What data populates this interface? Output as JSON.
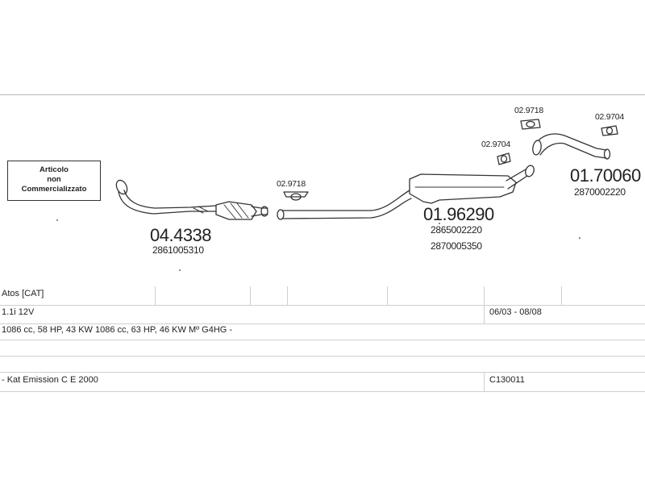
{
  "note": {
    "line1": "Articolo",
    "line2": "non",
    "line3": "Commercializzato"
  },
  "parts": {
    "front_pipe": {
      "number": "04.4338",
      "oem": "2861005310"
    },
    "gasket_mid": {
      "number": "02.9718"
    },
    "middle_silencer": {
      "number": "01.96290",
      "oem1": "2865002220",
      "oem2": "2870005350"
    },
    "gasket_rear_a": {
      "number": "02.9704"
    },
    "gasket_rear_b": {
      "number": "02.9718"
    },
    "gasket_tail": {
      "number": "02.9704"
    },
    "rear_pipe": {
      "number": "01.70060",
      "oem": "2870002220"
    }
  },
  "table": {
    "model": "Atos  [CAT]",
    "engine": "1.1i 12V",
    "dates": "06/03 - 08/08",
    "specs": "1086 cc, 58 HP, 43 KW  1086 cc, 63 HP, 46 KW  Mº G4HG -",
    "emission": "- Kat Emission C E 2000",
    "code": "C130011"
  },
  "colors": {
    "line": "#333333",
    "grid": "#cfcfcf",
    "frame": "#b8b8b8"
  }
}
